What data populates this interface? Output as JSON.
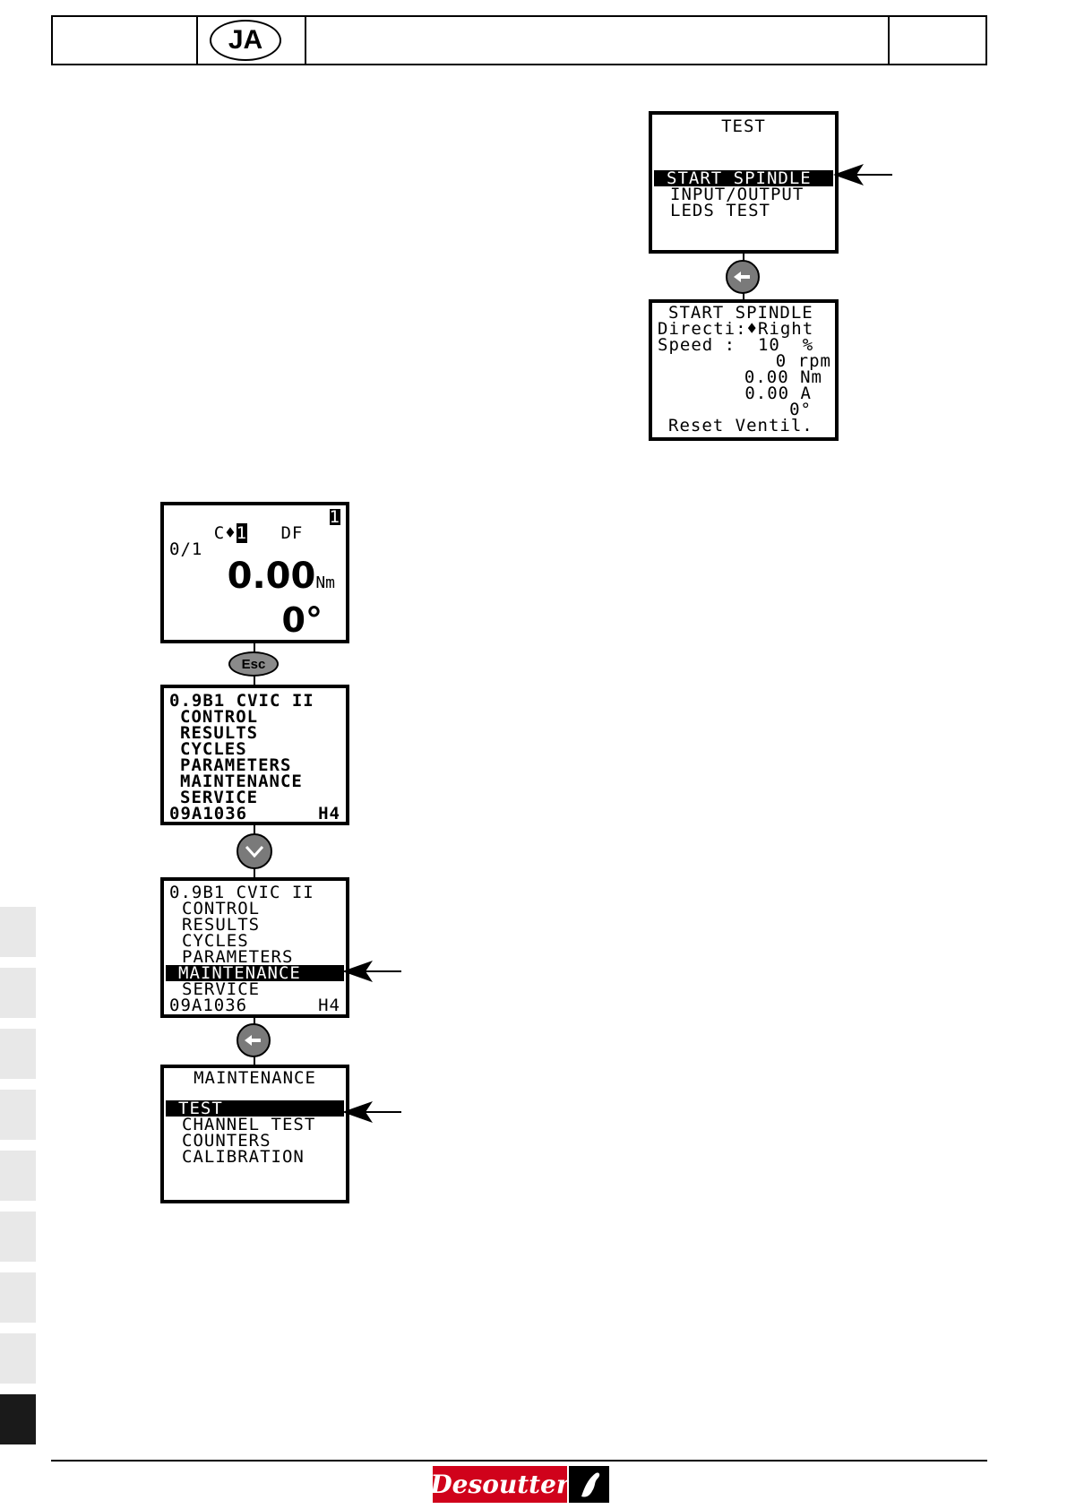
{
  "header": {
    "lang_badge": "JA"
  },
  "screens": {
    "test_menu": {
      "title": "TEST",
      "items": [
        "START SPINDLE",
        "INPUT/OUTPUT",
        "LEDS TEST"
      ]
    },
    "start_spindle": {
      "title": "START SPINDLE",
      "direction_label": "Directi",
      "direction_value": ":♦Right",
      "speed_label": "Speed",
      "speed_value": ":  10  %",
      "rpm": "0 rpm",
      "torque": "0.00 Nm",
      "current": "0.00 A",
      "angle": "0°",
      "reset": "Reset Ventil."
    },
    "home": {
      "cycle": "C♦",
      "cycle_num": "1",
      "mode": "DF",
      "channel": "1",
      "count": "0/1",
      "torque_value": "0.00",
      "torque_unit": "Nm",
      "angle_value": "0°"
    },
    "main_menu": {
      "title": "0.9B1 CVIC II",
      "items": [
        "CONTROL",
        "RESULTS",
        "CYCLES",
        "PARAMETERS",
        "MAINTENANCE",
        "SERVICE"
      ],
      "footer_left": "09A1036",
      "footer_right": "H4"
    },
    "main_menu_selected": {
      "title": "0.9B1 CVIC II",
      "items": [
        "CONTROL",
        "RESULTS",
        "CYCLES",
        "PARAMETERS",
        "MAINTENANCE",
        "SERVICE"
      ],
      "footer_left": "09A1036",
      "footer_right": "H4"
    },
    "maintenance": {
      "title": "MAINTENANCE",
      "items": [
        "TEST",
        "CHANNEL TEST",
        "COUNTERS",
        "CALIBRATION"
      ]
    }
  },
  "keys": {
    "esc_label": "Esc"
  },
  "footer": {
    "brand": "Desoutter"
  }
}
